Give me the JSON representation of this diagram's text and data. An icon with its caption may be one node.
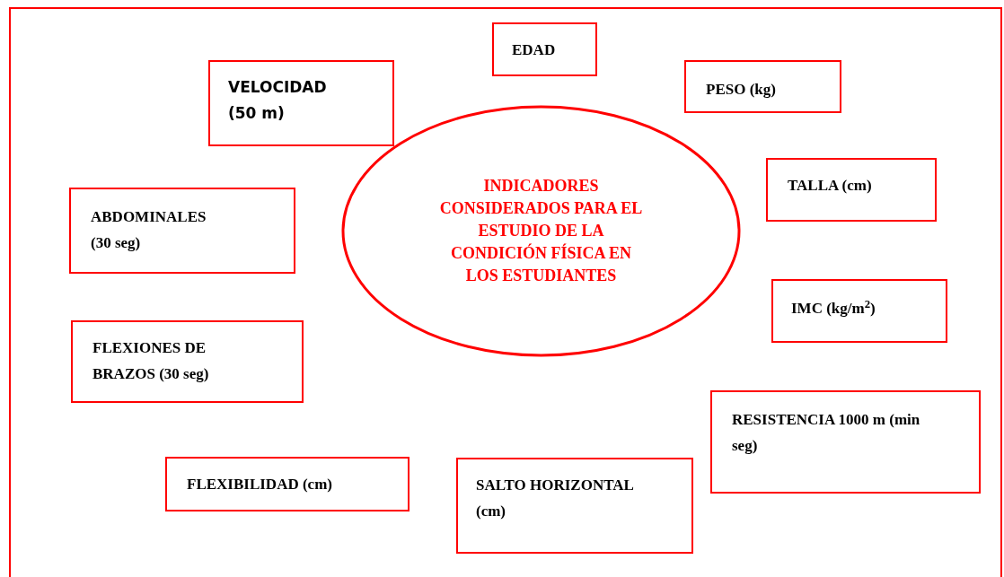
{
  "diagram": {
    "nodes": [
      {
        "text": [
          "EDAD"
        ]
      },
      {
        "text": [
          "VELOCIDAD (50 m)"
        ]
      },
      {
        "text": [
          "PESO (kg)"
        ]
      },
      {
        "text": [
          "INDICADORES CONSIDERADOS PARA EL ESTUDIO DE LA CONDICIÓN FÍSICA EN LOS ESTUDIANTES"
        ]
      },
      {
        "text": [
          "TALLA (cm)"
        ]
      },
      {
        "text": [
          "ABDOMINALES (30 seg)"
        ]
      },
      {
        "text": [
          "IMC (kg/m$^{2}$)"
        ]
      },
      {
        "text": [
          "FLEXIONES DE BRAZOS (30 seg)"
        ]
      },
      {
        "text": [
          "RESISTENCIA 1000 m (min seg)"
        ]
      },
      {
        "text": [
          "FLEXIBILIDAD (cm)"
        ]
      },
      {
        "text": [
          "SALTO HORIZONTAL (cm)"
        ]
      }
    ]
  }
}
